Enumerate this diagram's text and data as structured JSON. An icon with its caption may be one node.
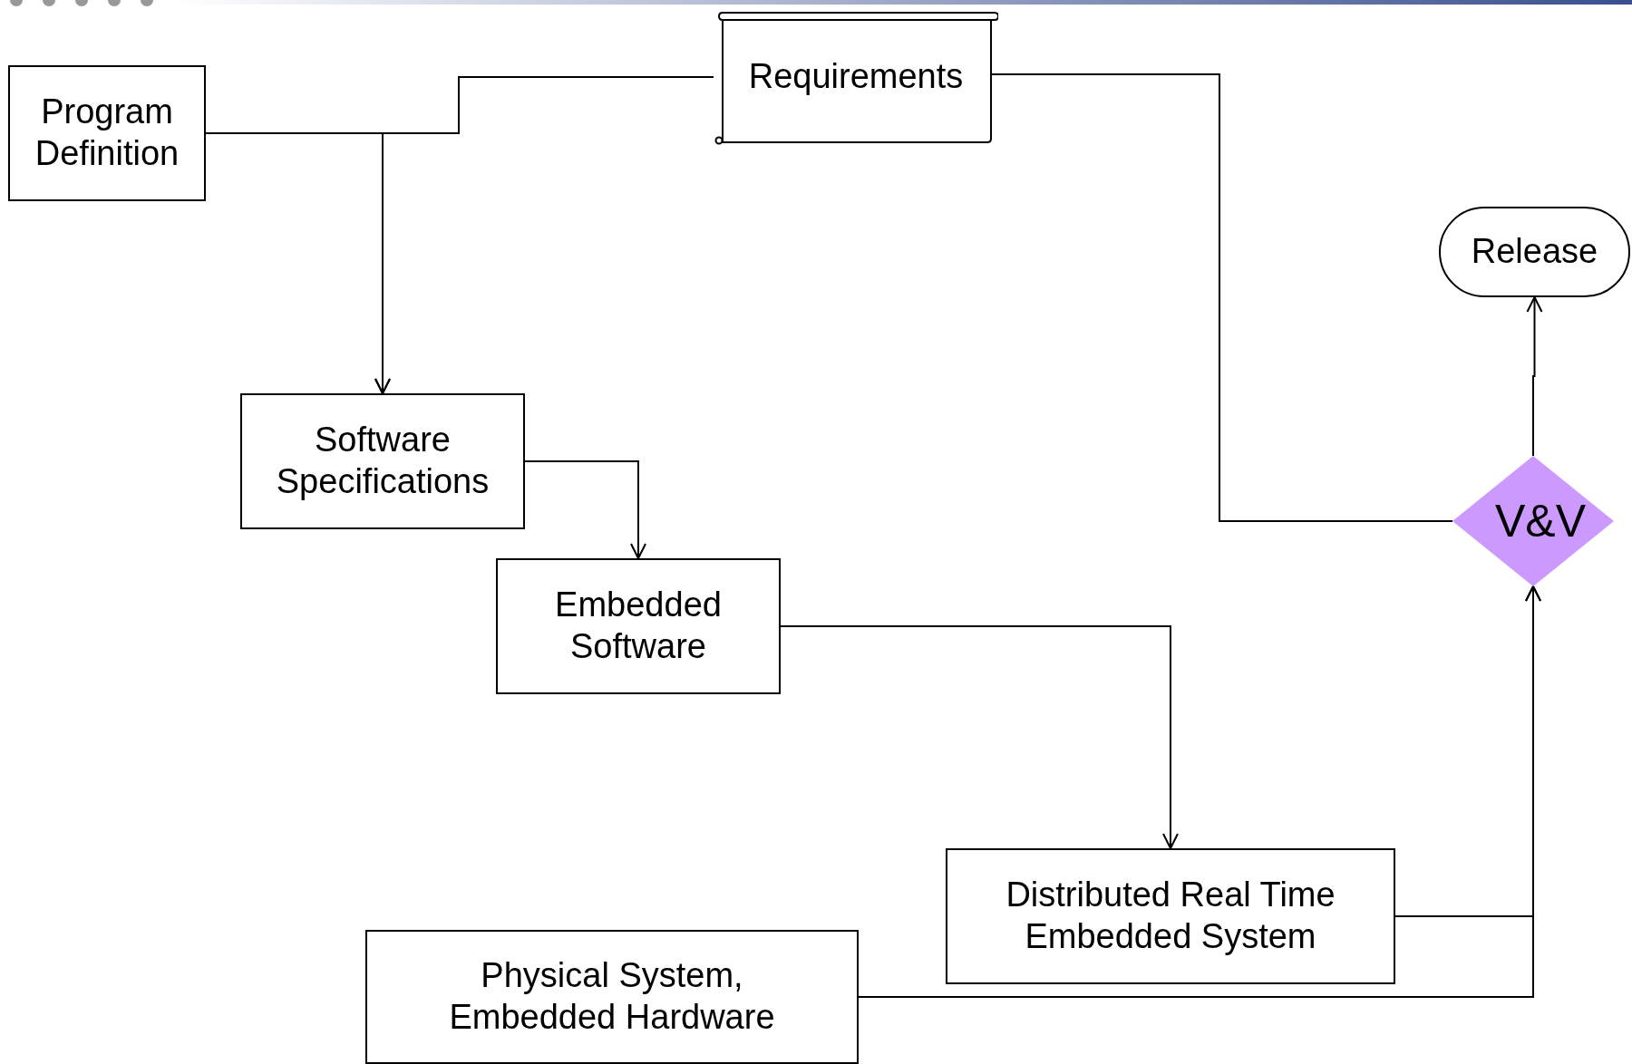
{
  "diagram": {
    "nodes": [
      {
        "text": [
          "Program Definition"
        ]
      },
      {
        "text": [
          "Requirements"
        ]
      },
      {
        "text": [
          "Release"
        ]
      },
      {
        "text": [
          "Software Specifications"
        ]
      },
      {
        "text": [
          "V&V"
        ]
      },
      {
        "text": [
          "Embedded Software"
        ]
      },
      {
        "text": [
          "Distributed Real Time Embedded System"
        ]
      },
      {
        "text": [
          "Physical System, Embedded Hardware"
        ]
      }
    ],
    "edges": [
      {
        "from": 0,
        "to": 3,
        "arrow": "to"
      },
      {
        "from": 1,
        "to": 3,
        "arrow": "to"
      },
      {
        "from": 1,
        "to": 4,
        "arrow": "none"
      },
      {
        "from": 3,
        "to": 5,
        "arrow": "to"
      },
      {
        "from": 5,
        "to": 6,
        "arrow": "to"
      },
      {
        "from": 6,
        "to": 4,
        "arrow": "to"
      },
      {
        "from": 7,
        "to": 4,
        "arrow": "to"
      },
      {
        "from": 4,
        "to": 2,
        "arrow": "to"
      }
    ]
  }
}
